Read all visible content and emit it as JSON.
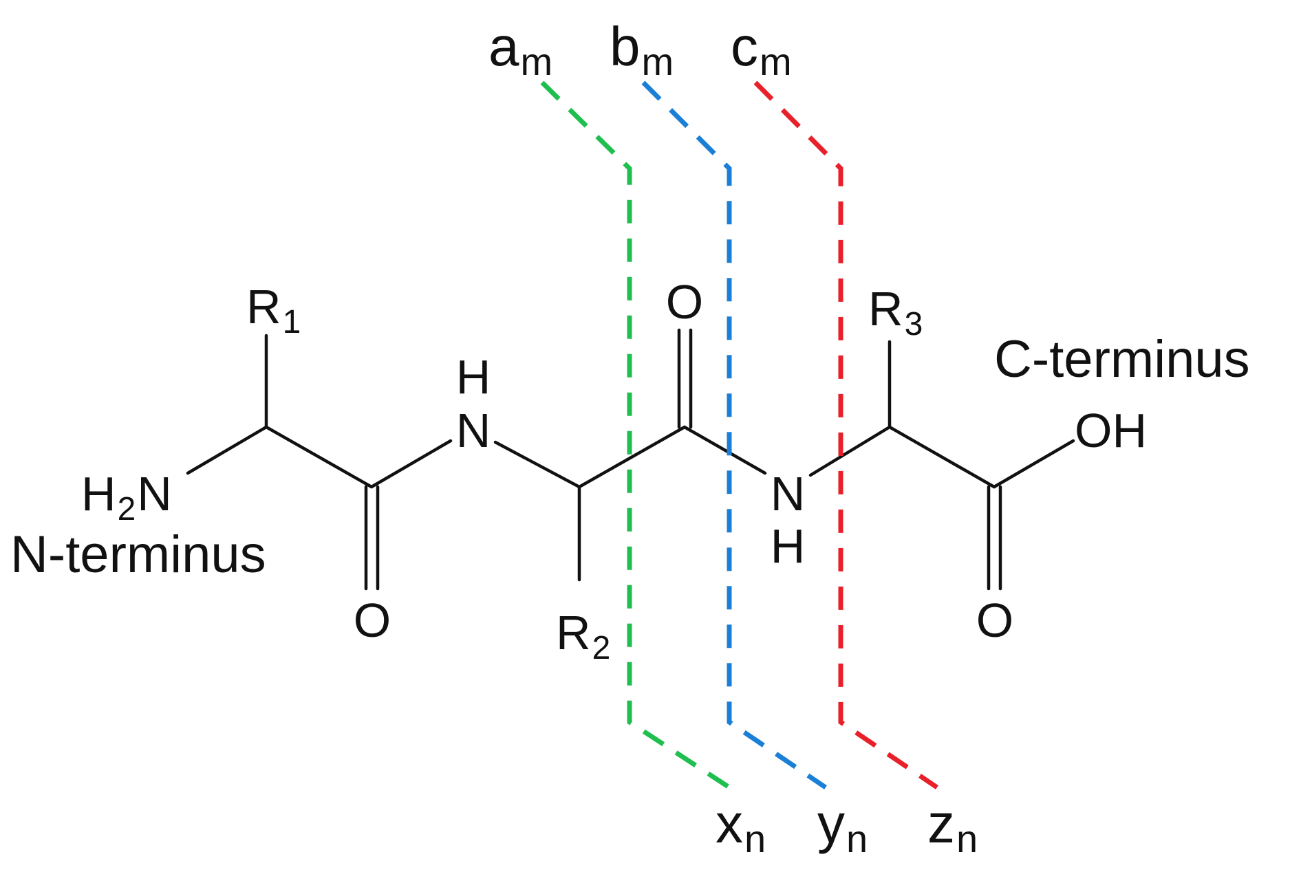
{
  "labels": {
    "r1": "R",
    "r1_sub": "1",
    "r2": "R",
    "r2_sub": "2",
    "r3": "R",
    "r3_sub": "3",
    "h2n_h": "H",
    "h2n_sub": "2",
    "h2n_n": "N",
    "n_terminus": "N-terminus",
    "c_terminus": "C-terminus",
    "oh": "OH",
    "nh1_h": "H",
    "nh1_n": "N",
    "nh2_n": "N",
    "nh2_h": "H",
    "o1": "O",
    "o2": "O",
    "o3": "O"
  },
  "fragments": {
    "a": {
      "letter": "a",
      "sub": "m",
      "color": "#1fbf4f"
    },
    "b": {
      "letter": "b",
      "sub": "m",
      "color": "#1a7fd6"
    },
    "c": {
      "letter": "c",
      "sub": "m",
      "color": "#e8202a"
    },
    "x": {
      "letter": "x",
      "sub": "n",
      "color": "#1fbf4f"
    },
    "y": {
      "letter": "y",
      "sub": "n",
      "color": "#1a7fd6"
    },
    "z": {
      "letter": "z",
      "sub": "n",
      "color": "#e8202a"
    }
  }
}
